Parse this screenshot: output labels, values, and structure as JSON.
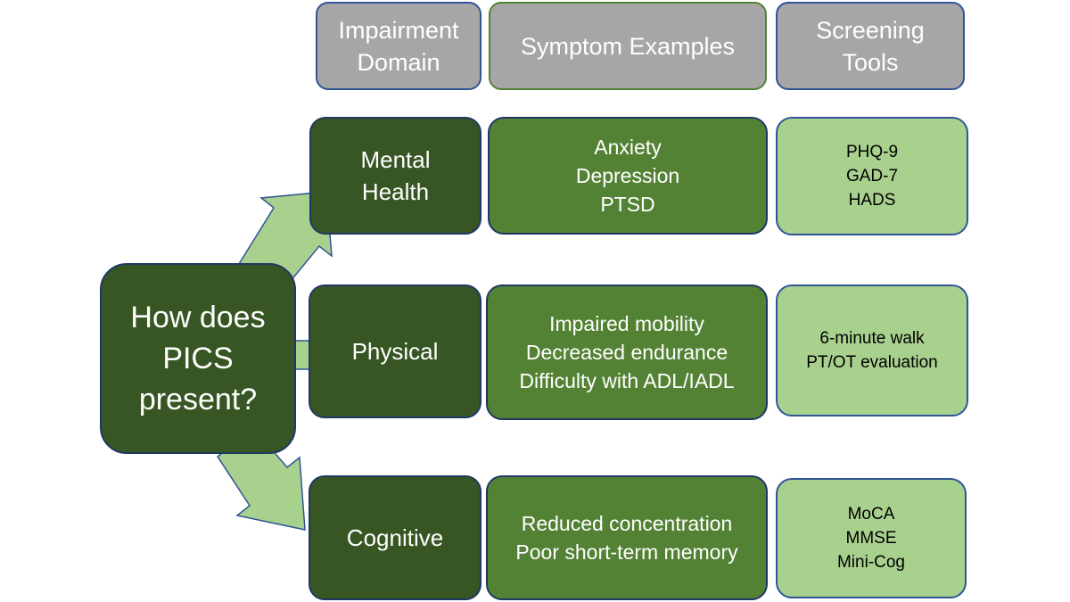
{
  "colors": {
    "header_fill": "#a6a6a6",
    "domain_fill": "#375623",
    "symptom_fill": "#548235",
    "tool_fill": "#a9d18e",
    "arrow_fill": "#a9d18e",
    "border_blue": "#2f5597"
  },
  "headers": {
    "domain": [
      "Impairment",
      "Domain"
    ],
    "symptoms": [
      "Symptom Examples"
    ],
    "tools": [
      "Screening",
      "Tools"
    ]
  },
  "question": [
    "How does",
    "PICS",
    "present?"
  ],
  "rows": [
    {
      "domain": [
        "Mental",
        "Health"
      ],
      "symptoms": [
        "Anxiety",
        "Depression",
        "PTSD"
      ],
      "tools": [
        "PHQ-9",
        "GAD-7",
        "HADS"
      ]
    },
    {
      "domain": [
        "Physical"
      ],
      "symptoms": [
        "Impaired mobility",
        "Decreased endurance",
        "Difficulty with ADL/IADL"
      ],
      "tools": [
        "6-minute walk",
        "PT/OT evaluation"
      ]
    },
    {
      "domain": [
        "Cognitive"
      ],
      "symptoms": [
        "Reduced concentration",
        "Poor short-term memory"
      ],
      "tools": [
        "MoCA",
        "MMSE",
        "Mini-Cog"
      ]
    }
  ]
}
